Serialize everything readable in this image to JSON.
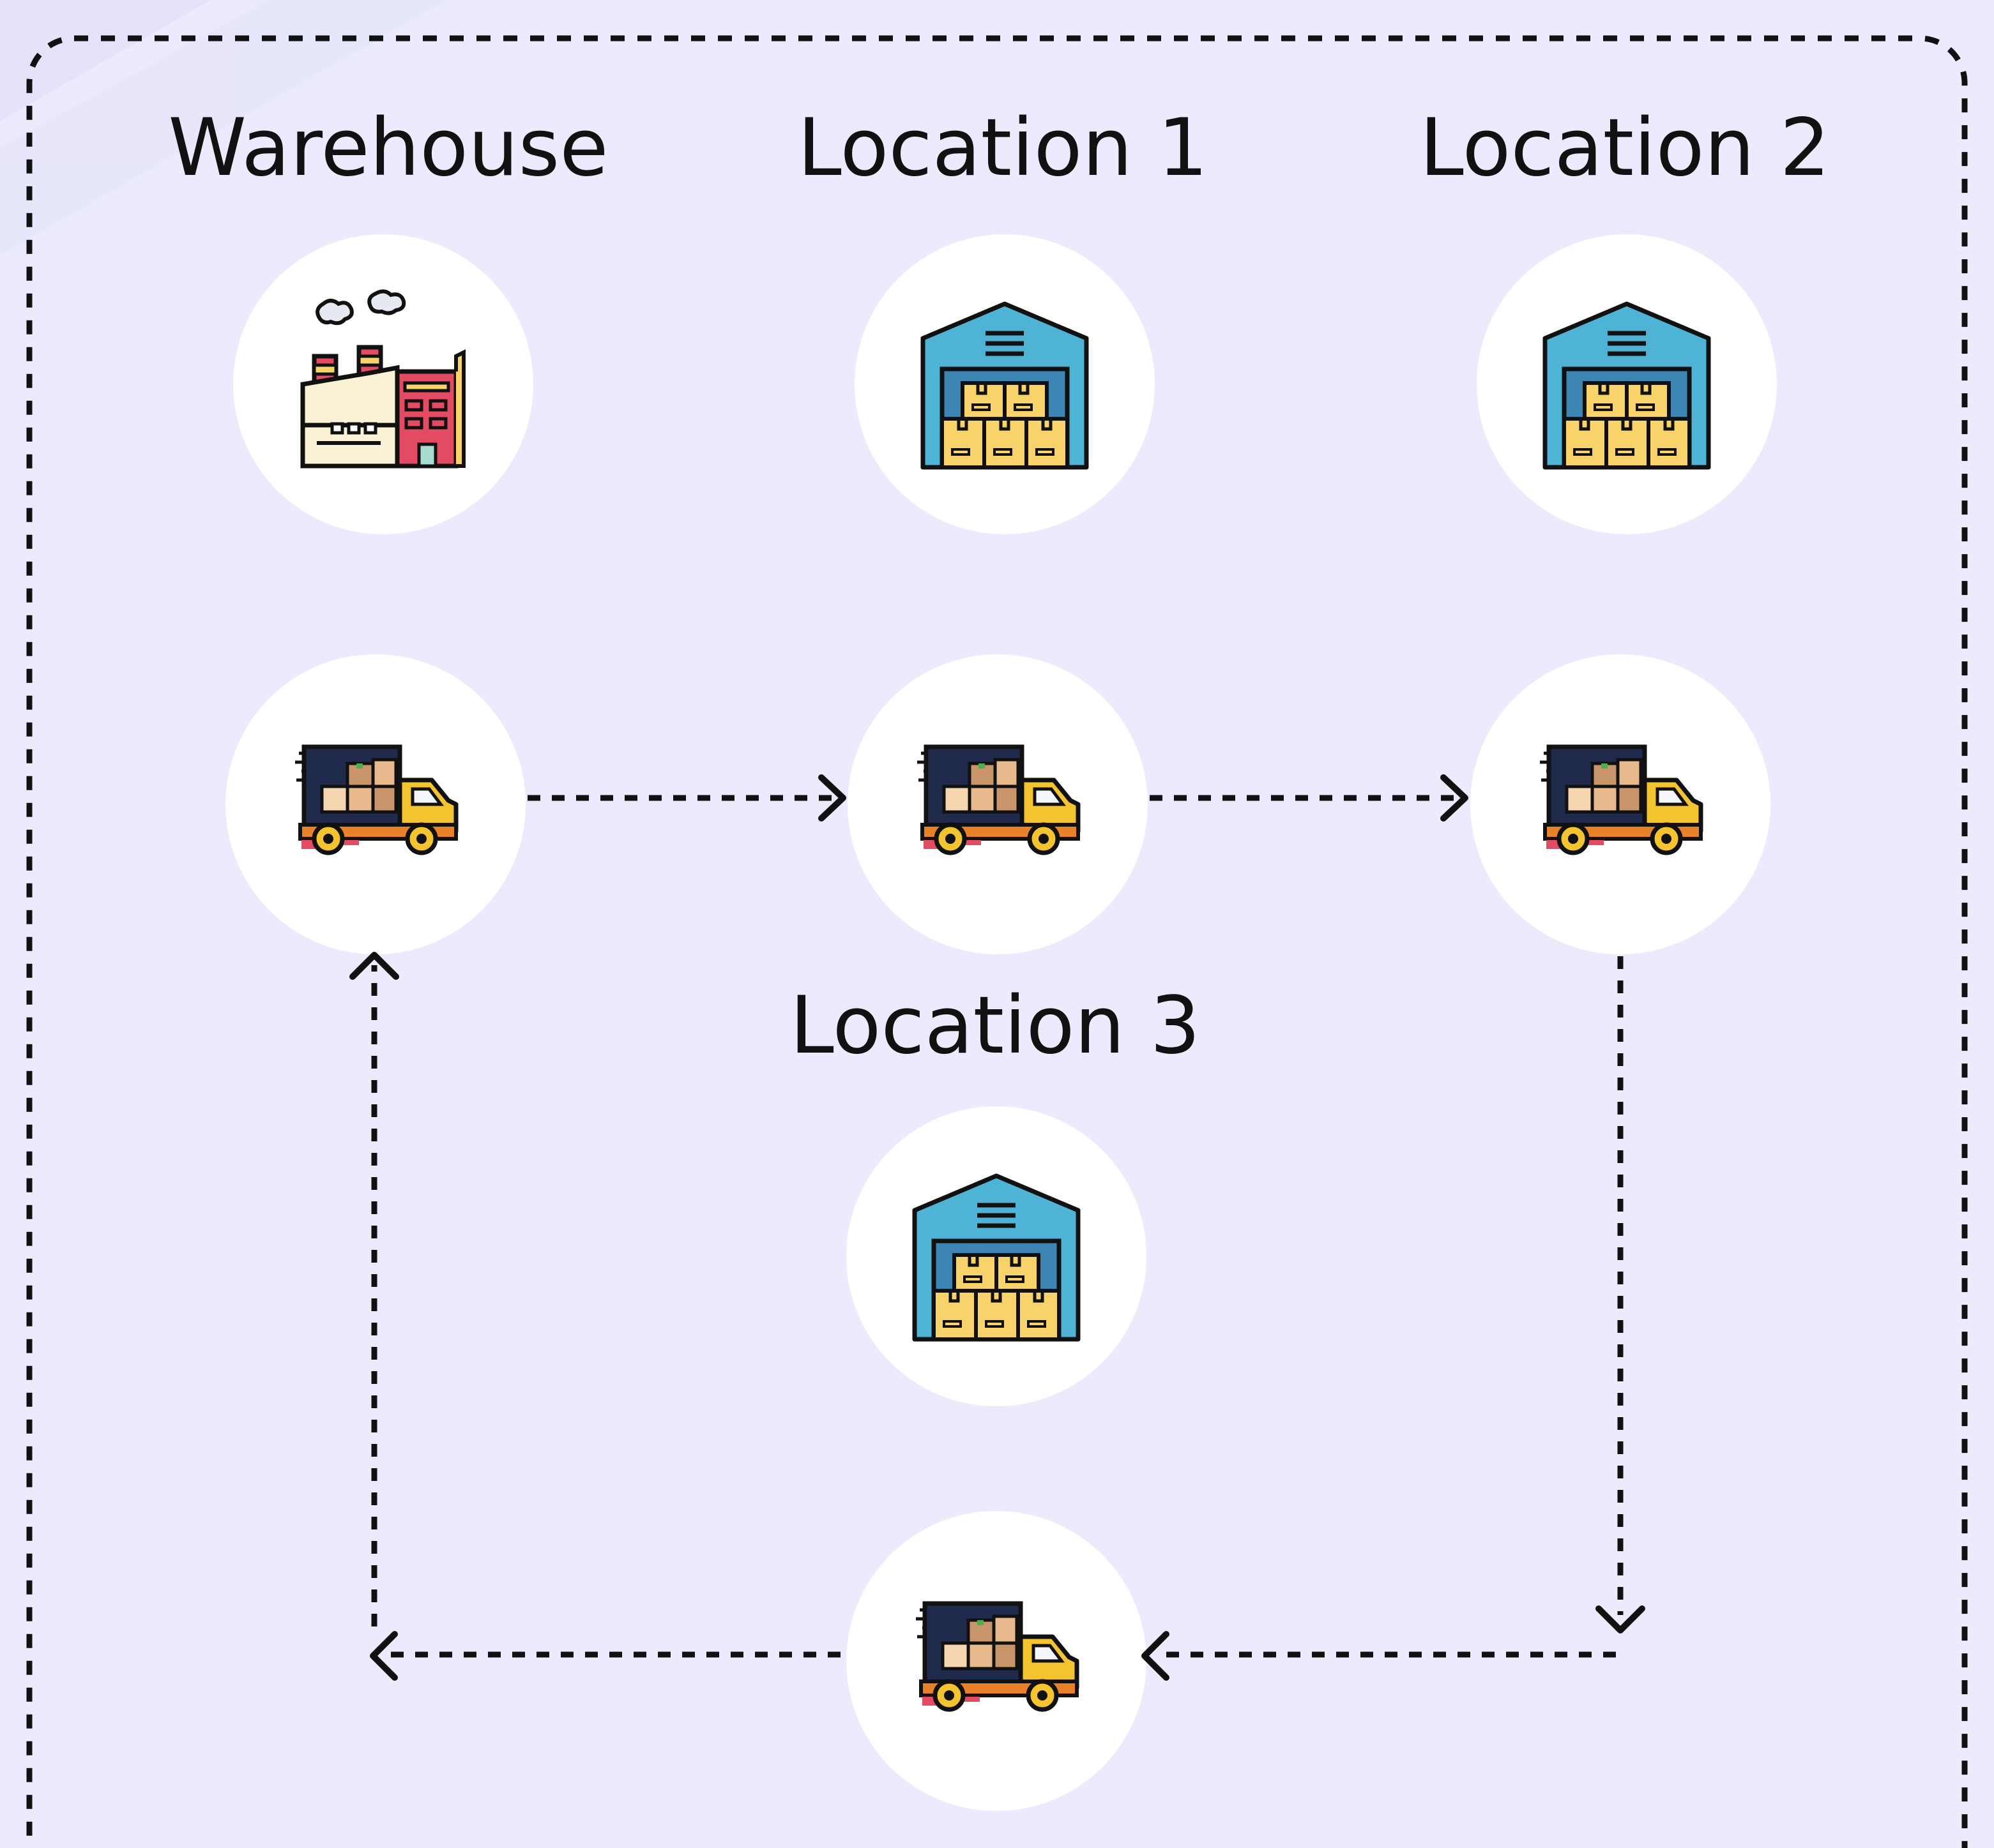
{
  "colors": {
    "background": "#ecebfd",
    "node_fill": "#ffffff",
    "connector": "#111111",
    "warehouse_blue": "#4fb3d6",
    "box_yellow": "#f7d36a",
    "truck_yellow": "#f4c430",
    "truck_navy": "#1f2a4d",
    "factory_red": "#e34b62"
  },
  "nodes": {
    "warehouse": {
      "title": "Warehouse",
      "icon": "factory-icon"
    },
    "location1": {
      "title": "Location 1",
      "icon": "warehouse-icon"
    },
    "location2": {
      "title": "Location 2",
      "icon": "warehouse-icon"
    },
    "location3": {
      "title": "Location 3",
      "icon": "warehouse-icon"
    }
  },
  "trucks": [
    {
      "icon": "delivery-truck-icon"
    },
    {
      "icon": "delivery-truck-icon"
    },
    {
      "icon": "delivery-truck-icon"
    },
    {
      "icon": "delivery-truck-icon"
    }
  ],
  "route": {
    "style": "dashed",
    "direction": [
      "Warehouse",
      "Location 1",
      "Location 2",
      "Location 3",
      "Warehouse"
    ]
  }
}
